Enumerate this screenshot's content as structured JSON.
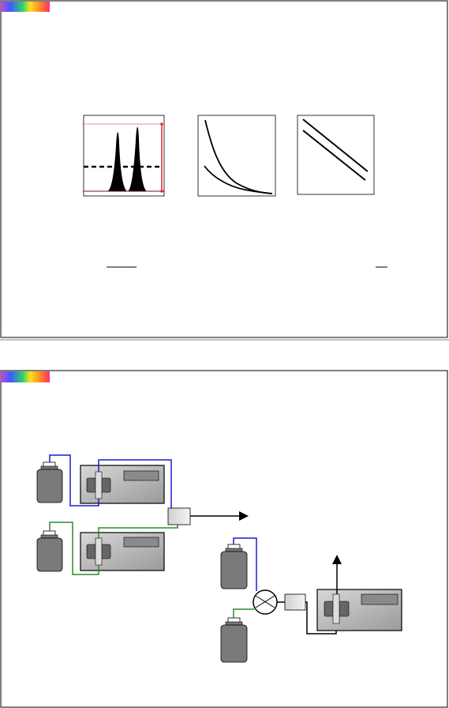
{
  "slides": [
    {
      "id": "slide-1",
      "logo": "rainbow-gradient-logo"
    },
    {
      "id": "slide-2",
      "logo": "rainbow-gradient-logo"
    }
  ],
  "colors": {
    "frame": "#000000",
    "accent_red": "#e8202a",
    "line_blue": "#1a1ad6",
    "line_green": "#2a8c2a",
    "device_fill": "#b8b8b8",
    "pump_fill": "#7f7f7f",
    "bottle_fill": "#7a7a7a"
  },
  "icons": {
    "chromatogram": "chromatogram-plot-icon",
    "curves": "decay-curves-plot-icon",
    "lines": "parallel-lines-plot-icon",
    "bottle": "solvent-bottle-icon",
    "pump": "hplc-pump-icon",
    "mixer": "mixer-icon",
    "valve": "proportioning-valve-icon"
  }
}
